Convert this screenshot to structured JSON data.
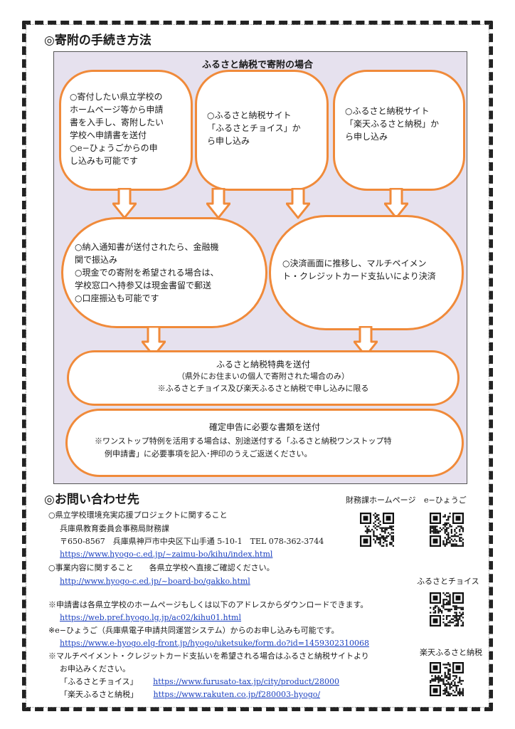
{
  "section1": {
    "title": "◎寄附の手続き方法"
  },
  "panel": {
    "title": "ふるさと納税で寄附の場合"
  },
  "bubbles": {
    "b1": "○寄付したい県立学校の\nホームページ等から申請\n書を入手し、寄附したい\n学校へ申請書を送付\n○e−ひょうごからの申\nし込みも可能です",
    "b2": "○ふるさと納税サイト\n「ふるさとチョイス」か\nら申し込み",
    "b3": "○ふるさと納税サイト\n「楽天ふるさと納税」か\nら申し込み",
    "b4": "○納入通知書が送付されたら、金融機\n関で振込み\n○現金での寄附を希望される場合は、\n学校窓口へ持参又は現金書留で郵送\n○口座振込も可能です",
    "b5": "○決済画面に推移し、マルチペイメン\nト・クレジットカード支払いにより決済",
    "b6_l1": "ふるさと納税特典を送付",
    "b6_l2": "（県外にお住まいの個人で寄附された場合のみ）",
    "b6_l3": "※ふるさとチョイス及び楽天ふるさと納税で申し込みに限る",
    "b7_l1": "確定申告に必要な書類を送付",
    "b7_l2": "※ワンストップ特例を活用する場合は、別途送付する「ふるさと納税ワンストップ特",
    "b7_l3": "例申請書」に必要事項を記入･押印のうえご返送ください。"
  },
  "section2": {
    "title": "◎お問い合わせ先"
  },
  "contact": {
    "c1": "○県立学校環境充実応援プロジェクトに関すること",
    "c2": "兵庫県教育委員会事務局財務課",
    "c3": "〒650-8567　兵庫県神戸市中央区下山手通 5-10-1　TEL 078-362-3744",
    "c4": "https://www.hyogo-c.ed.jp/~zaimu-bo/kihu/index.html",
    "c5": "○事業内容に関すること　　各県立学校へ直接ご確認ください。",
    "c6": "http://www.hyogo-c.ed.jp/~board-bo/gakko.html",
    "c7": "※申請書は各県立学校のホームページもしくは以下のアドレスからダウンロードできます。",
    "c8": "https://web.pref.hyogo.lg.jp/ac02/kihu01.html",
    "c9": "※e−ひょうご（兵庫県電子申請共同運営システム）からのお申し込みも可能です。",
    "c10": "https://www.e-hyogo.elg-front.jp/hyogo/uketsuke/form.do?id=1459302310068",
    "c11": "※マルチペイメント・クレジットカード支払いを希望される場合はふるさと納税サイトより",
    "c12": "お申込みください。",
    "c13a": "「ふるさとチョイス」",
    "c13b": "https://www.furusato-tax.jp/city/product/28000",
    "c14a": "「楽天ふるさと納税」",
    "c14b": "https://www.rakuten.co.jp/f280003-hyogo/"
  },
  "qr": {
    "label1": "財務課ホームページ",
    "label2": "e−ひょうご",
    "label3": "ふるさとチョイス",
    "label4": "楽天ふるさと納税"
  },
  "colors": {
    "accent": "#f08a3a",
    "panel": "#e6e1ee",
    "link": "#1a3fbf"
  }
}
